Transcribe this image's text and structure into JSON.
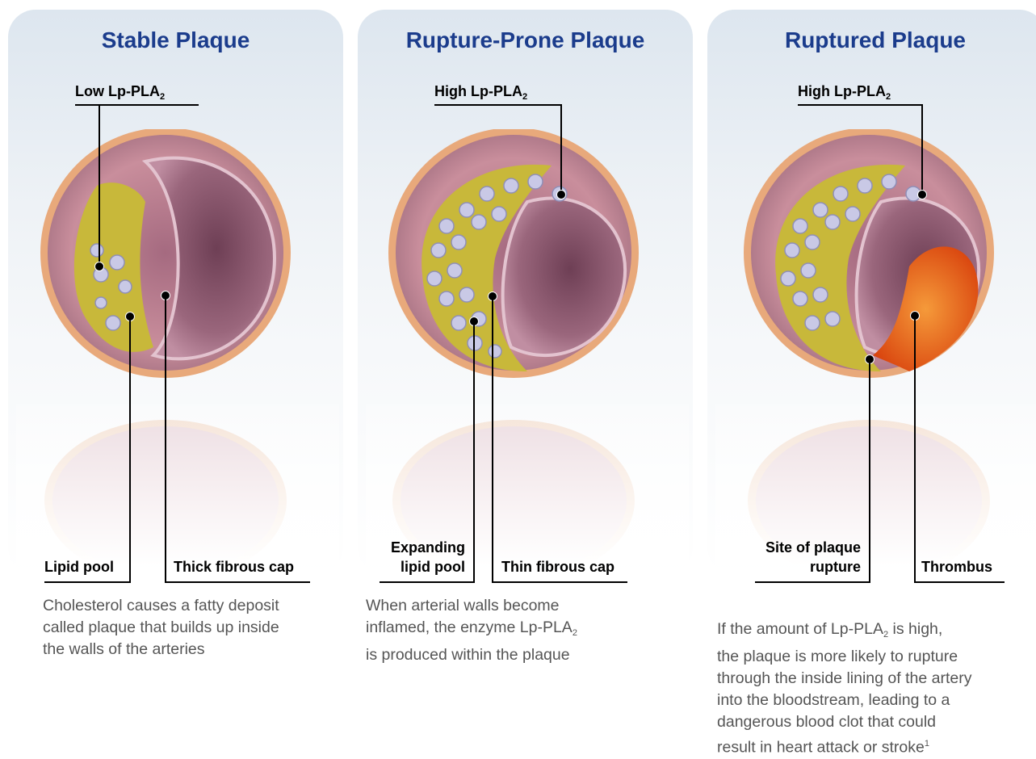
{
  "panels": [
    {
      "title": "Stable Plaque",
      "top_label": {
        "text": "Low Lp-PLA",
        "sub": "2"
      },
      "bottom_left": {
        "line1": "Lipid pool"
      },
      "bottom_right": {
        "line1": "Thick fibrous cap"
      },
      "caption": [
        "Cholesterol causes a fatty deposit",
        "called plaque that builds up inside",
        "the walls of the arteries"
      ]
    },
    {
      "title": "Rupture-Prone Plaque",
      "top_label": {
        "text": "High Lp-PLA",
        "sub": "2"
      },
      "bottom_left": {
        "line1": "Expanding",
        "line2": "lipid pool"
      },
      "bottom_right": {
        "line1": "Thin fibrous cap"
      },
      "caption": [
        "When arterial walls become",
        "inflamed, the enzyme Lp-PLA",
        "is produced within the plaque"
      ],
      "caption_sub": "2"
    },
    {
      "title": "Ruptured Plaque",
      "top_label": {
        "text": "High Lp-PLA",
        "sub": "2"
      },
      "bottom_left": {
        "line1": "Site of plaque",
        "line2": "rupture"
      },
      "bottom_right": {
        "line1": "Thrombus"
      },
      "caption": [
        "If the amount of Lp-PLA",
        "the plaque is more likely to rupture",
        "through the inside lining of the artery",
        "into the bloodstream, leading to a",
        "dangerous blood clot that could",
        "result in heart attack or stroke"
      ],
      "caption_first_suffix": " is high,",
      "caption_sub": "2",
      "footnote": "1"
    }
  ],
  "colors": {
    "title": "#1b3c8c",
    "vessel_wall": "#c98e9c",
    "outer_ring": "#e8a97b",
    "lumen": "#8e5a6e",
    "lipid": "#c8b83a",
    "foam_cell": "#c9c9e6",
    "thrombus": "#e8651c"
  }
}
